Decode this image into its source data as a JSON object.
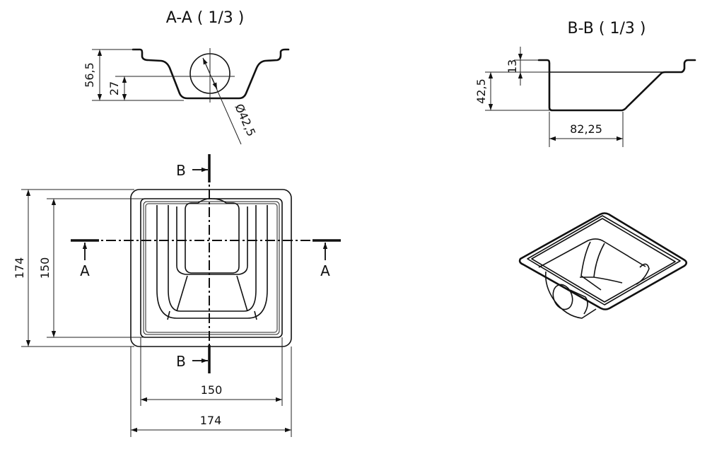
{
  "section_aa": {
    "title": "A-A ( 1/3 )",
    "dim_total_height": "56,5",
    "dim_pipe_center_height": "27",
    "dim_pipe_diameter": "Ø42,5"
  },
  "section_bb": {
    "title": "B-B ( 1/3 )",
    "dim_flange_depth": "13",
    "dim_body_depth": "42,5",
    "dim_bottom_width": "82,25"
  },
  "plan_view": {
    "dim_outer_height": "174",
    "dim_inner_height": "150",
    "dim_inner_width": "150",
    "dim_outer_width": "174",
    "cut_label_b_top": "B",
    "cut_label_b_bottom": "B",
    "cut_label_a_left": "A",
    "cut_label_a_right": "A"
  }
}
